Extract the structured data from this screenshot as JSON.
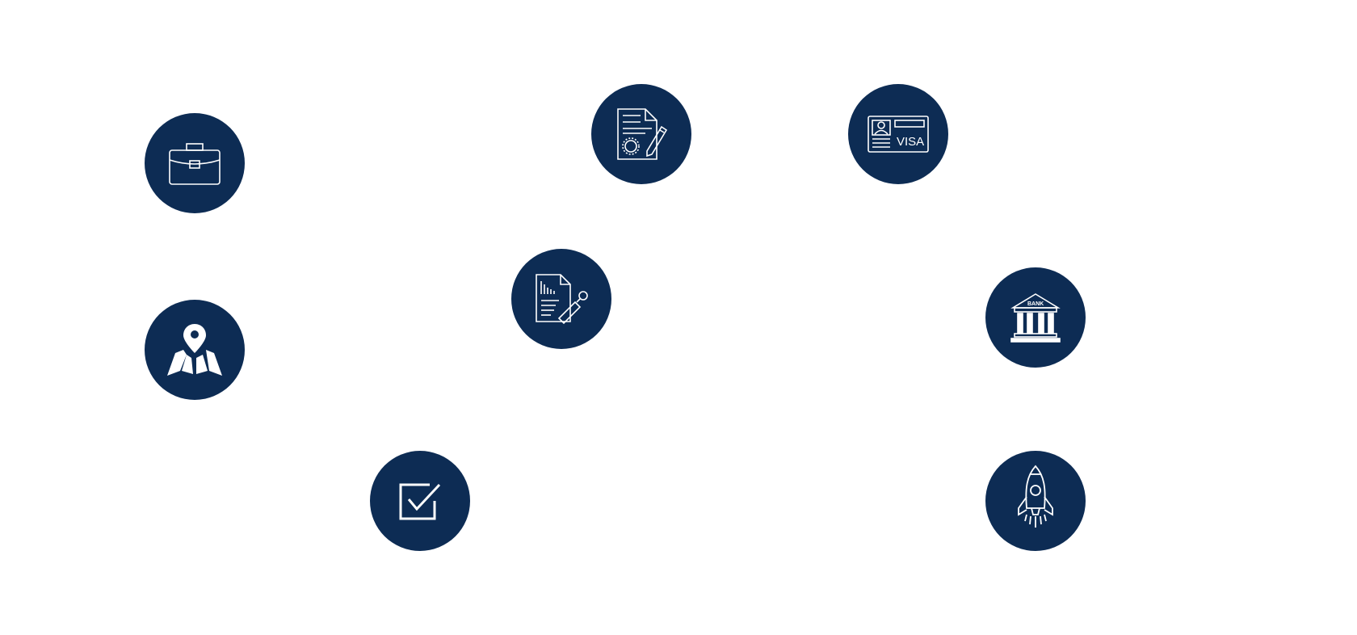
{
  "colors": {
    "background": "#ffffff",
    "circle_fill": "#0d2c54",
    "icon_stroke": "#ffffff"
  },
  "items": [
    {
      "id": "business",
      "icon": "briefcase-icon",
      "caption": ""
    },
    {
      "id": "license",
      "icon": "license-certificate-icon",
      "caption": ""
    },
    {
      "id": "visa",
      "icon": "visa-card-icon",
      "caption": "",
      "icon_text": "VISA"
    },
    {
      "id": "report",
      "icon": "signed-report-icon",
      "caption": ""
    },
    {
      "id": "bank",
      "icon": "bank-icon",
      "caption": "",
      "icon_text": "BANK"
    },
    {
      "id": "location",
      "icon": "map-location-icon",
      "caption": ""
    },
    {
      "id": "check",
      "icon": "checkbox-checked-icon",
      "caption": ""
    },
    {
      "id": "launch",
      "icon": "rocket-icon",
      "caption": ""
    }
  ]
}
